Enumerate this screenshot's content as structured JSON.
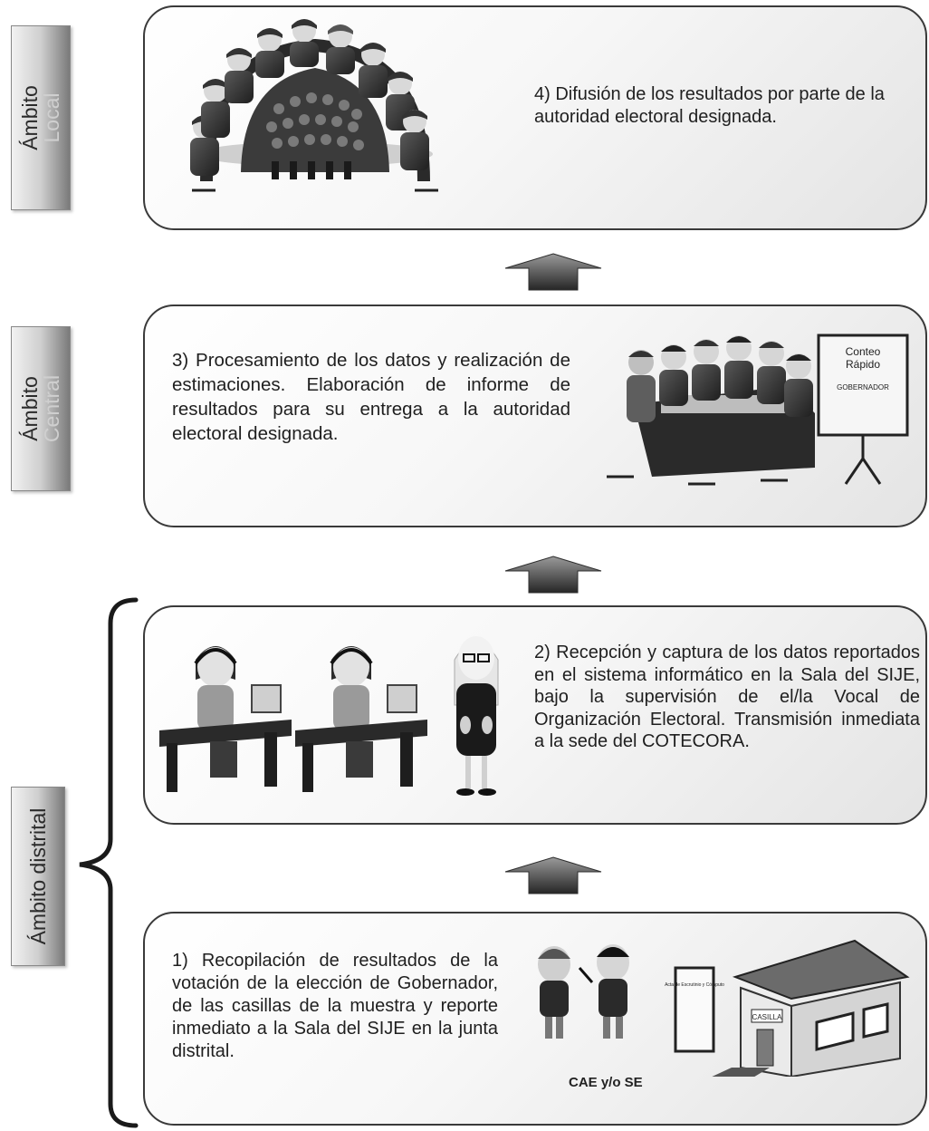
{
  "side_labels": {
    "local_line1": "Ámbito",
    "local_line2": "Local",
    "central_line1": "Ámbito",
    "central_line2": "Central",
    "distrital": "Ámbito distrital"
  },
  "steps": [
    {
      "text": "4) Difusión de los resultados por parte de la autoridad electoral designada."
    },
    {
      "text": "3) Procesamiento de los datos y realización de estimaciones. Elaboración de informe de resultados para su entrega a la autoridad electoral designada."
    },
    {
      "text": "2) Recepción y captura de los datos reportados en el sistema informático en la Sala del SIJE, bajo la supervisión de el/la Vocal de Organización Electoral. Transmisión inmediata a la sede del COTECORA."
    },
    {
      "text": "1) Recopilación de resultados de la votación de la elección de Gobernador, de las casillas de la muestra y reporte inmediato a la Sala del SIJE en la junta distrital."
    }
  ],
  "illustrations": {
    "board_line1": "Conteo",
    "board_line2": "Rápido",
    "board_line3": "GOBERNADOR",
    "casilla_sign": "CASILLA",
    "poster_text": "Acta de Escrutinio y Cómputo",
    "cae_caption": "CAE y/o SE"
  },
  "colors": {
    "panel_border": "#3a3a3a",
    "arrow_dark": "#2e2e2e",
    "arrow_light": "#a8a8a8"
  }
}
